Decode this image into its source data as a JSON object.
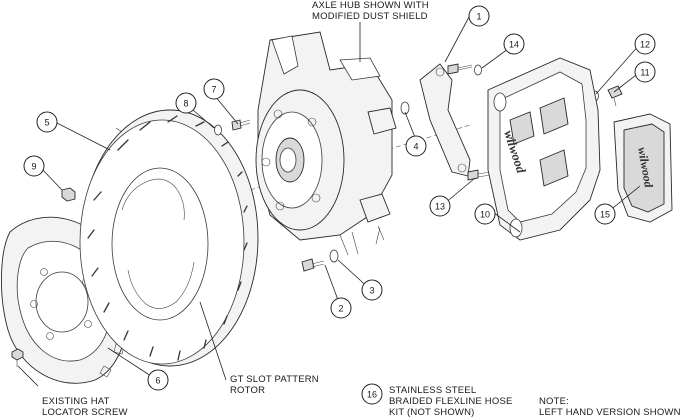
{
  "notes": {
    "axle_hub": [
      "AXLE HUB SHOWN WITH",
      "MODIFIED DUST SHIELD"
    ],
    "rotor": [
      "GT SLOT PATTERN",
      "ROTOR"
    ],
    "hat_screw": [
      "EXISTING HAT",
      "LOCATOR SCREW"
    ],
    "hose_kit": [
      "STAINLESS STEEL",
      "BRAIDED FLEXLINE HOSE",
      "KIT (NOT SHOWN)"
    ],
    "hand_note": [
      "NOTE:",
      "LEFT HAND VERSION SHOWN"
    ]
  },
  "callouts": [
    "1",
    "2",
    "3",
    "4",
    "5",
    "6",
    "7",
    "8",
    "9",
    "10",
    "11",
    "12",
    "13",
    "14",
    "15",
    "16"
  ],
  "caliper_logo": "wilwood",
  "pad_logo": "wilwood"
}
